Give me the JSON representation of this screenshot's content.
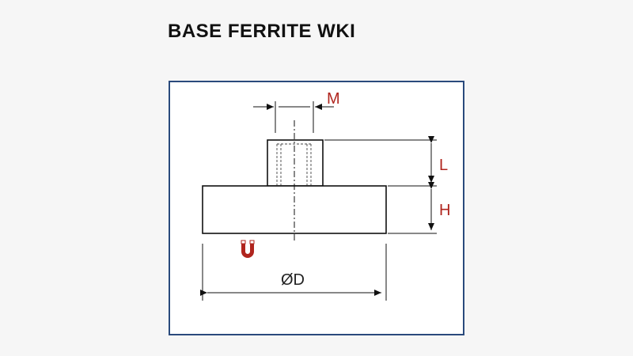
{
  "title": "BASE FERRITE WKI",
  "dimensions": {
    "thread": "M",
    "stud_length": "L",
    "base_height": "H",
    "diameter": "ØD"
  },
  "colors": {
    "frame": "#2a4a7c",
    "outline": "#111111",
    "label": "#b0251e",
    "magnet": "#b0251e",
    "background": "#f6f6f6"
  },
  "icons": {
    "magnet": "horseshoe-magnet-icon"
  }
}
